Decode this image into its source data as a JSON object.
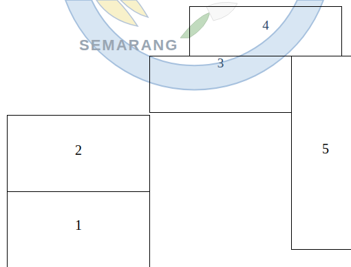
{
  "diagram": {
    "nodes": [
      {
        "text": [
          "4"
        ]
      },
      {
        "text": [
          "3"
        ]
      },
      {
        "text": [
          "2"
        ]
      },
      {
        "text": [
          "5"
        ]
      },
      {
        "text": [
          "1"
        ]
      }
    ],
    "labels": [
      "SEMARANG"
    ]
  }
}
